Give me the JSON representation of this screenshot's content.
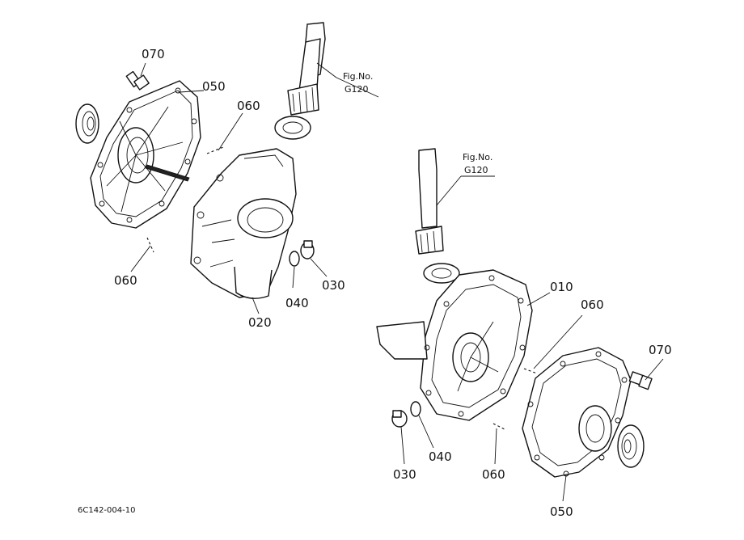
{
  "labels": {
    "l_070_a": "070",
    "l_050_a": "050",
    "l_060_a": "060",
    "l_060_b": "060",
    "l_040_a": "040",
    "l_030_a": "030",
    "l_020": "020",
    "l_010": "010",
    "l_060_c": "060",
    "l_070_b": "070",
    "l_030_b": "030",
    "l_040_b": "040",
    "l_060_d": "060",
    "l_050_b": "050"
  },
  "figrefs": [
    {
      "line1": "Fig.No.",
      "line2": "G120"
    },
    {
      "line1": "Fig.No.",
      "line2": "G120"
    }
  ],
  "drawing_code": "6C142-004-10"
}
